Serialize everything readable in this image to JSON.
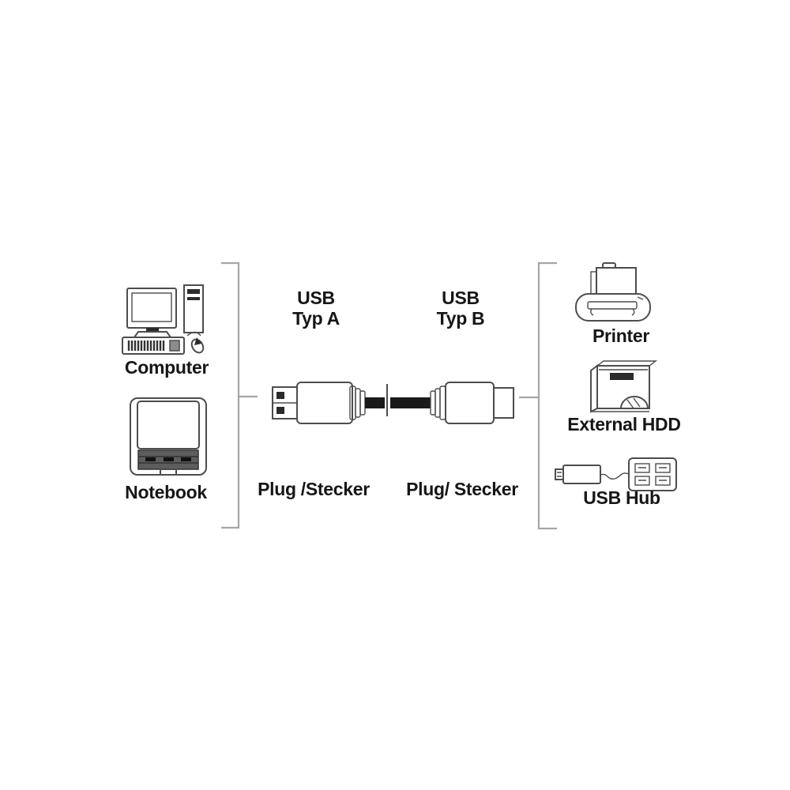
{
  "diagram_title": "USB A to USB B cable connection diagram",
  "colors": {
    "background": "#ffffff",
    "icon_line": "#4d4d4d",
    "bracket_line": "#a6a6a6",
    "text": "#161616",
    "cable_fill": "#1a1a1a"
  },
  "left_group": {
    "items": [
      {
        "label": "Computer",
        "icon": "desktop-computer-icon"
      },
      {
        "label": "Notebook",
        "icon": "notebook-icon"
      }
    ]
  },
  "cable_section": {
    "connector_a": {
      "type_line1": "USB",
      "type_line2": "Typ A",
      "plug_label": "Plug /Stecker"
    },
    "connector_b": {
      "type_line1": "USB",
      "type_line2": "Typ B",
      "plug_label": "Plug/ Stecker"
    },
    "cable_icon": "usb-a-to-b-cable-icon"
  },
  "right_group": {
    "items": [
      {
        "label": "Printer",
        "icon": "printer-icon"
      },
      {
        "label": "External HDD",
        "icon": "external-hdd-icon"
      },
      {
        "label": "USB Hub",
        "icon": "usb-hub-icon"
      }
    ]
  }
}
